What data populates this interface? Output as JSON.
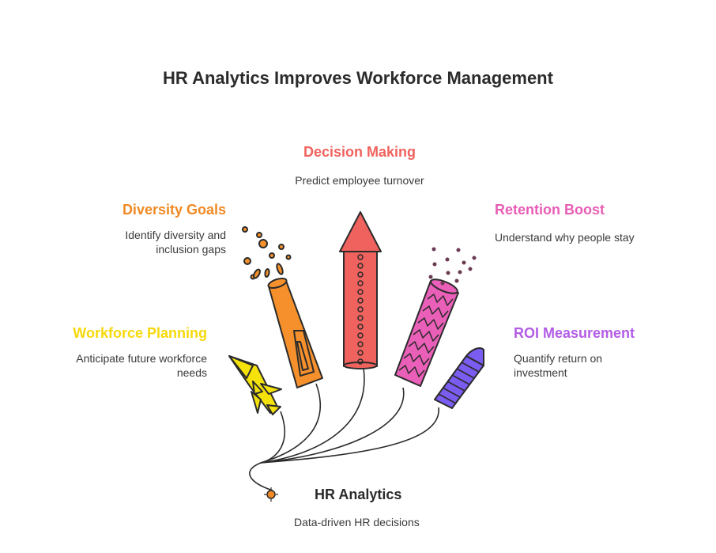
{
  "title": "HR Analytics Improves Workforce Management",
  "colors": {
    "workforce_planning": "#f5d90a",
    "diversity_goals": "#f08a24",
    "decision_making": "#f0625d",
    "retention_boost": "#e85db5",
    "roi_measurement": "#b35ce6",
    "hub": "#2b2b2b"
  },
  "items": {
    "decision_making": {
      "heading": "Decision Making",
      "description": "Predict employee turnover"
    },
    "diversity_goals": {
      "heading": "Diversity Goals",
      "description_line1": "Identify diversity and",
      "description_line2": "inclusion gaps"
    },
    "retention_boost": {
      "heading": "Retention Boost",
      "description": "Understand why people stay"
    },
    "workforce_planning": {
      "heading": "Workforce Planning",
      "description_line1": "Anticipate future workforce",
      "description_line2": "needs"
    },
    "roi_measurement": {
      "heading": "ROI Measurement",
      "description_line1": "Quantify return on",
      "description_line2": "investment"
    }
  },
  "hub": {
    "heading": "HR Analytics",
    "description": "Data-driven HR decisions"
  },
  "icons": [
    "yellow-rocket-icon",
    "orange-cone-firework-icon",
    "red-tall-rocket-icon",
    "pink-zigzag-firework-icon",
    "purple-striped-firework-icon",
    "fuse-spark-icon"
  ]
}
